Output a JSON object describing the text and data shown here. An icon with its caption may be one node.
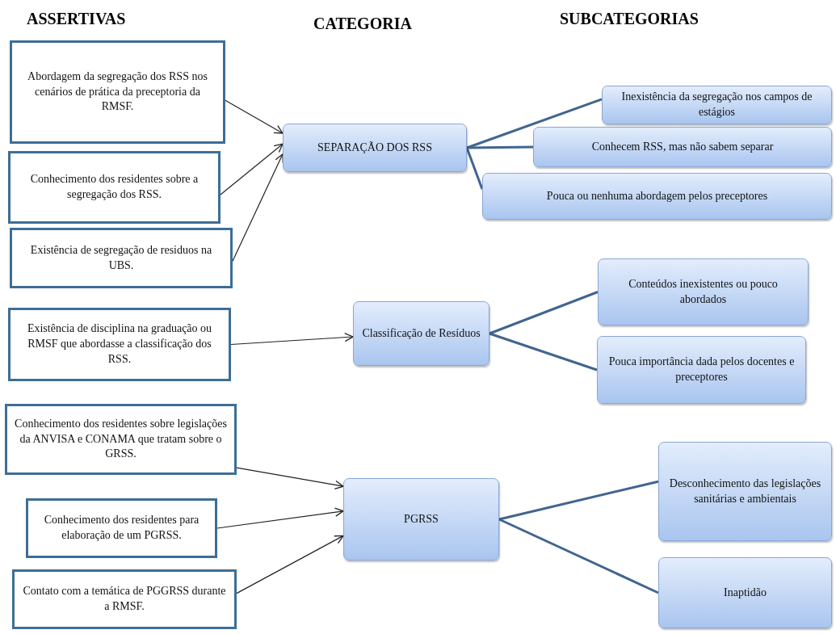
{
  "diagram": {
    "nodes": [
      {
        "text": [
          "Abordagem da segregação dos RSS nos cenários de prática da preceptoria da RMSF."
        ]
      },
      {
        "text": [
          "Conhecimento dos residentes sobre a segregação dos RSS."
        ]
      },
      {
        "text": [
          "Existência de segregação de residuos na UBS."
        ]
      },
      {
        "text": [
          "Existência de disciplina na graduação ou RMSF que abordasse a classificação dos RSS."
        ]
      },
      {
        "text": [
          "Conhecimento dos residentes sobre legislações da ANVISA e CONAMA que tratam sobre o GRSS."
        ]
      },
      {
        "text": [
          "Conhecimento dos residentes para elaboração de um PGRSS."
        ]
      },
      {
        "text": [
          "Contato com a temática de PGGRSS durante a RMSF."
        ]
      },
      {
        "text": [
          "SEPARAÇÃO DOS RSS"
        ]
      },
      {
        "text": [
          "Classificação de Resíduos"
        ]
      },
      {
        "text": [
          "PGRSS"
        ]
      },
      {
        "text": [
          "Inexistência da segregação nos campos de estágios"
        ]
      },
      {
        "text": [
          "Conhecem RSS, mas não sabem separar"
        ]
      },
      {
        "text": [
          "Pouca ou nenhuma abordagem pelos preceptores"
        ]
      },
      {
        "text": [
          "Conteúdos inexistentes ou pouco abordados"
        ]
      },
      {
        "text": [
          "Pouca importância dada pelos docentes e preceptores"
        ]
      },
      {
        "text": [
          "Desconhecimento das legislações sanitárias e ambientais"
        ]
      },
      {
        "text": [
          "Inaptidão"
        ]
      }
    ],
    "edges": [
      {
        "from": 0,
        "to": 7,
        "arrow": "to"
      },
      {
        "from": 1,
        "to": 7,
        "arrow": "to"
      },
      {
        "from": 2,
        "to": 7,
        "arrow": "to"
      },
      {
        "from": 3,
        "to": 8,
        "arrow": "to"
      },
      {
        "from": 4,
        "to": 9,
        "arrow": "to"
      },
      {
        "from": 5,
        "to": 9,
        "arrow": "to"
      },
      {
        "from": 6,
        "to": 9,
        "arrow": "to"
      },
      {
        "from": 7,
        "to": 10,
        "arrow": "none",
        "style": "thick",
        "color": "#41658f"
      },
      {
        "from": 7,
        "to": 11,
        "arrow": "none",
        "style": "thick",
        "color": "#41658f"
      },
      {
        "from": 7,
        "to": 12,
        "arrow": "none",
        "style": "thick",
        "color": "#41658f"
      },
      {
        "from": 8,
        "to": 13,
        "arrow": "none",
        "style": "thick",
        "color": "#41658f"
      },
      {
        "from": 8,
        "to": 14,
        "arrow": "none",
        "style": "thick",
        "color": "#41658f"
      },
      {
        "from": 9,
        "to": 15,
        "arrow": "none",
        "style": "thick",
        "color": "#41658f"
      },
      {
        "from": 9,
        "to": 16,
        "arrow": "none",
        "style": "thick",
        "color": "#41658f"
      }
    ],
    "labels": [
      "ASSERTIVAS",
      "CATEGORIA",
      "SUBCATEGORIAS"
    ]
  }
}
